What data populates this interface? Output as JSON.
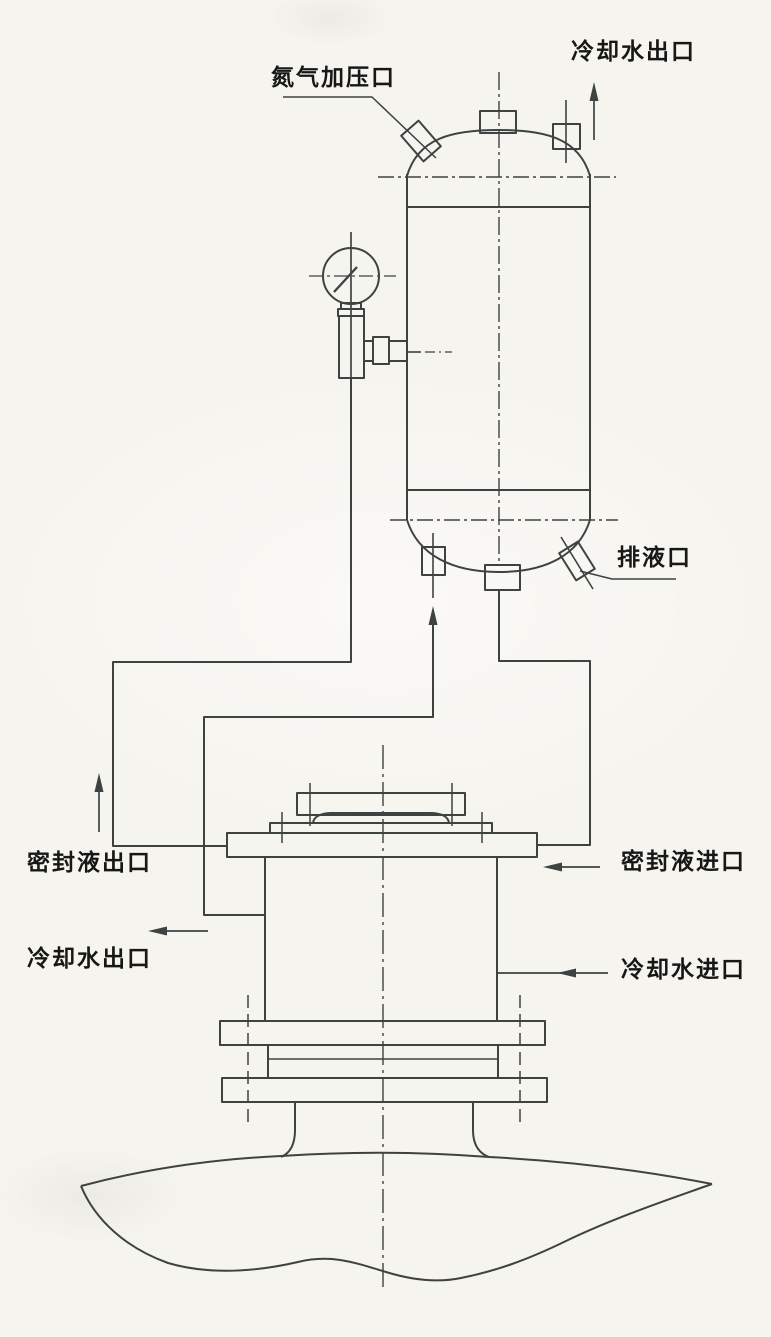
{
  "figure": {
    "kind": "scanned engineering diagram",
    "subject": "mechanical seal flushing / cooling system with seal pot tank, pressure gauge and pump seal assembly"
  },
  "colors": {
    "ink": "#3c4341",
    "text": "#171816",
    "paper": "#f6f4ee"
  },
  "labels": {
    "cooling_water_outlet_top": "冷却水出口",
    "nitrogen_pressurizing_port": "氮气加压口",
    "drain_port": "排液口",
    "seal_liquid_outlet": "密封液出口",
    "cooling_water_outlet_left": "冷却水出口",
    "seal_liquid_inlet": "密封液进口",
    "cooling_water_inlet": "冷却水进口"
  }
}
